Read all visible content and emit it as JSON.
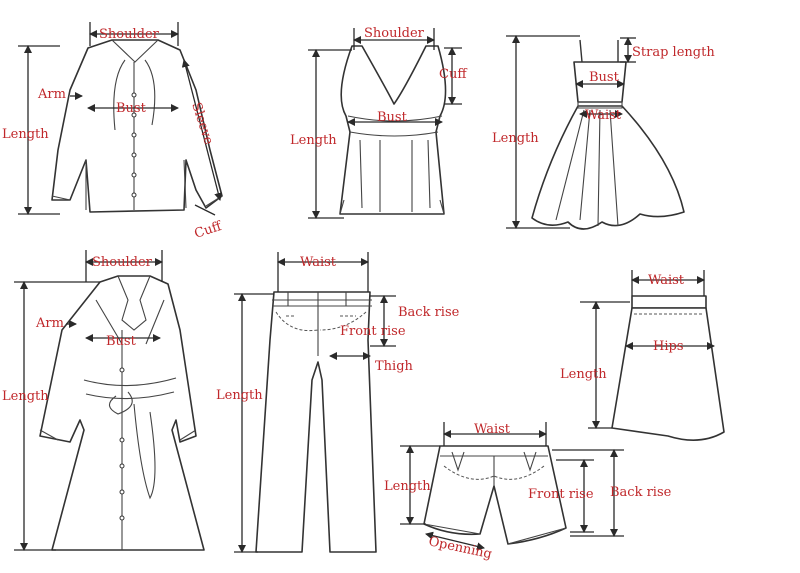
{
  "accent_color": "#c0282b",
  "line_color": "#2a2a2a",
  "labels": {
    "blouse": {
      "shoulder": "Shoulder",
      "arm": "Arm",
      "bust": "Bust",
      "length": "Length",
      "sleeve": "Sleeve",
      "cuff": "Cuff"
    },
    "tank": {
      "shoulder": "Shoulder",
      "cuff": "Cuff",
      "bust": "Bust",
      "length": "Length"
    },
    "dress": {
      "strap_length": "Strap length",
      "bust": "Bust",
      "waist": "Waist",
      "length": "Length"
    },
    "coat": {
      "shoulder": "Shoulder",
      "arm": "Arm",
      "bust": "Bust",
      "length": "Length"
    },
    "pants": {
      "waist": "Waist",
      "back_rise": "Back rise",
      "front_rise": "Front rise",
      "thigh": "Thigh",
      "length": "Length"
    },
    "skirt": {
      "waist": "Waist",
      "hips": "Hips",
      "length": "Length"
    },
    "shorts": {
      "waist": "Waist",
      "length": "Length",
      "front_rise": "Front rise",
      "back_rise": "Back rise",
      "openning": "Openning"
    }
  }
}
